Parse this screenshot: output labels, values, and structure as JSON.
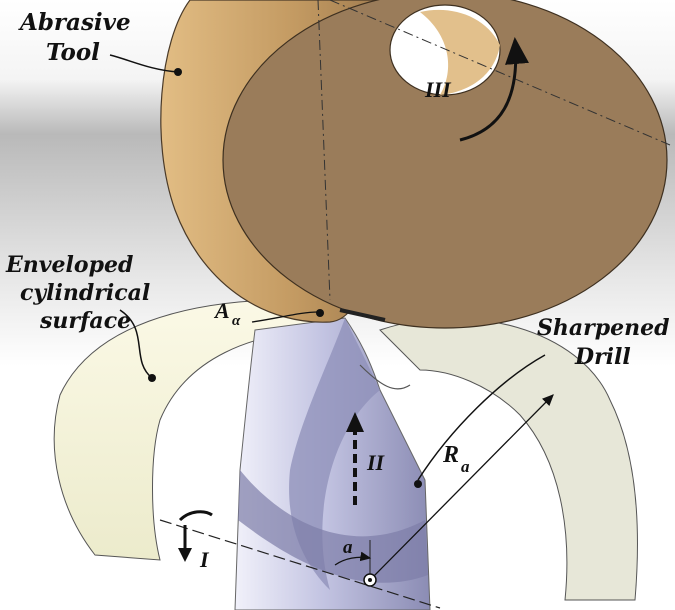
{
  "labels": {
    "abrasive_tool": [
      "Abrasive",
      "Tool"
    ],
    "enveloped_surface": [
      "Enveloped",
      "cylindrical",
      "surface"
    ],
    "sharpened_drill": [
      "Sharpened",
      "Drill"
    ],
    "point_a": {
      "main": "A",
      "sub": "α"
    },
    "radius": {
      "main": "R",
      "sub": "a"
    },
    "angle": "a",
    "motion_I": "I",
    "motion_II": "II",
    "motion_III": "III"
  },
  "colors": {
    "wheel_face": "#9a7c5a",
    "wheel_rim": "#c8a06a",
    "envelope": "#f3f0d6",
    "drill": "#c9cae6",
    "drill_dark": "#7f7fa8",
    "background_gray": "#c8c8c8"
  }
}
